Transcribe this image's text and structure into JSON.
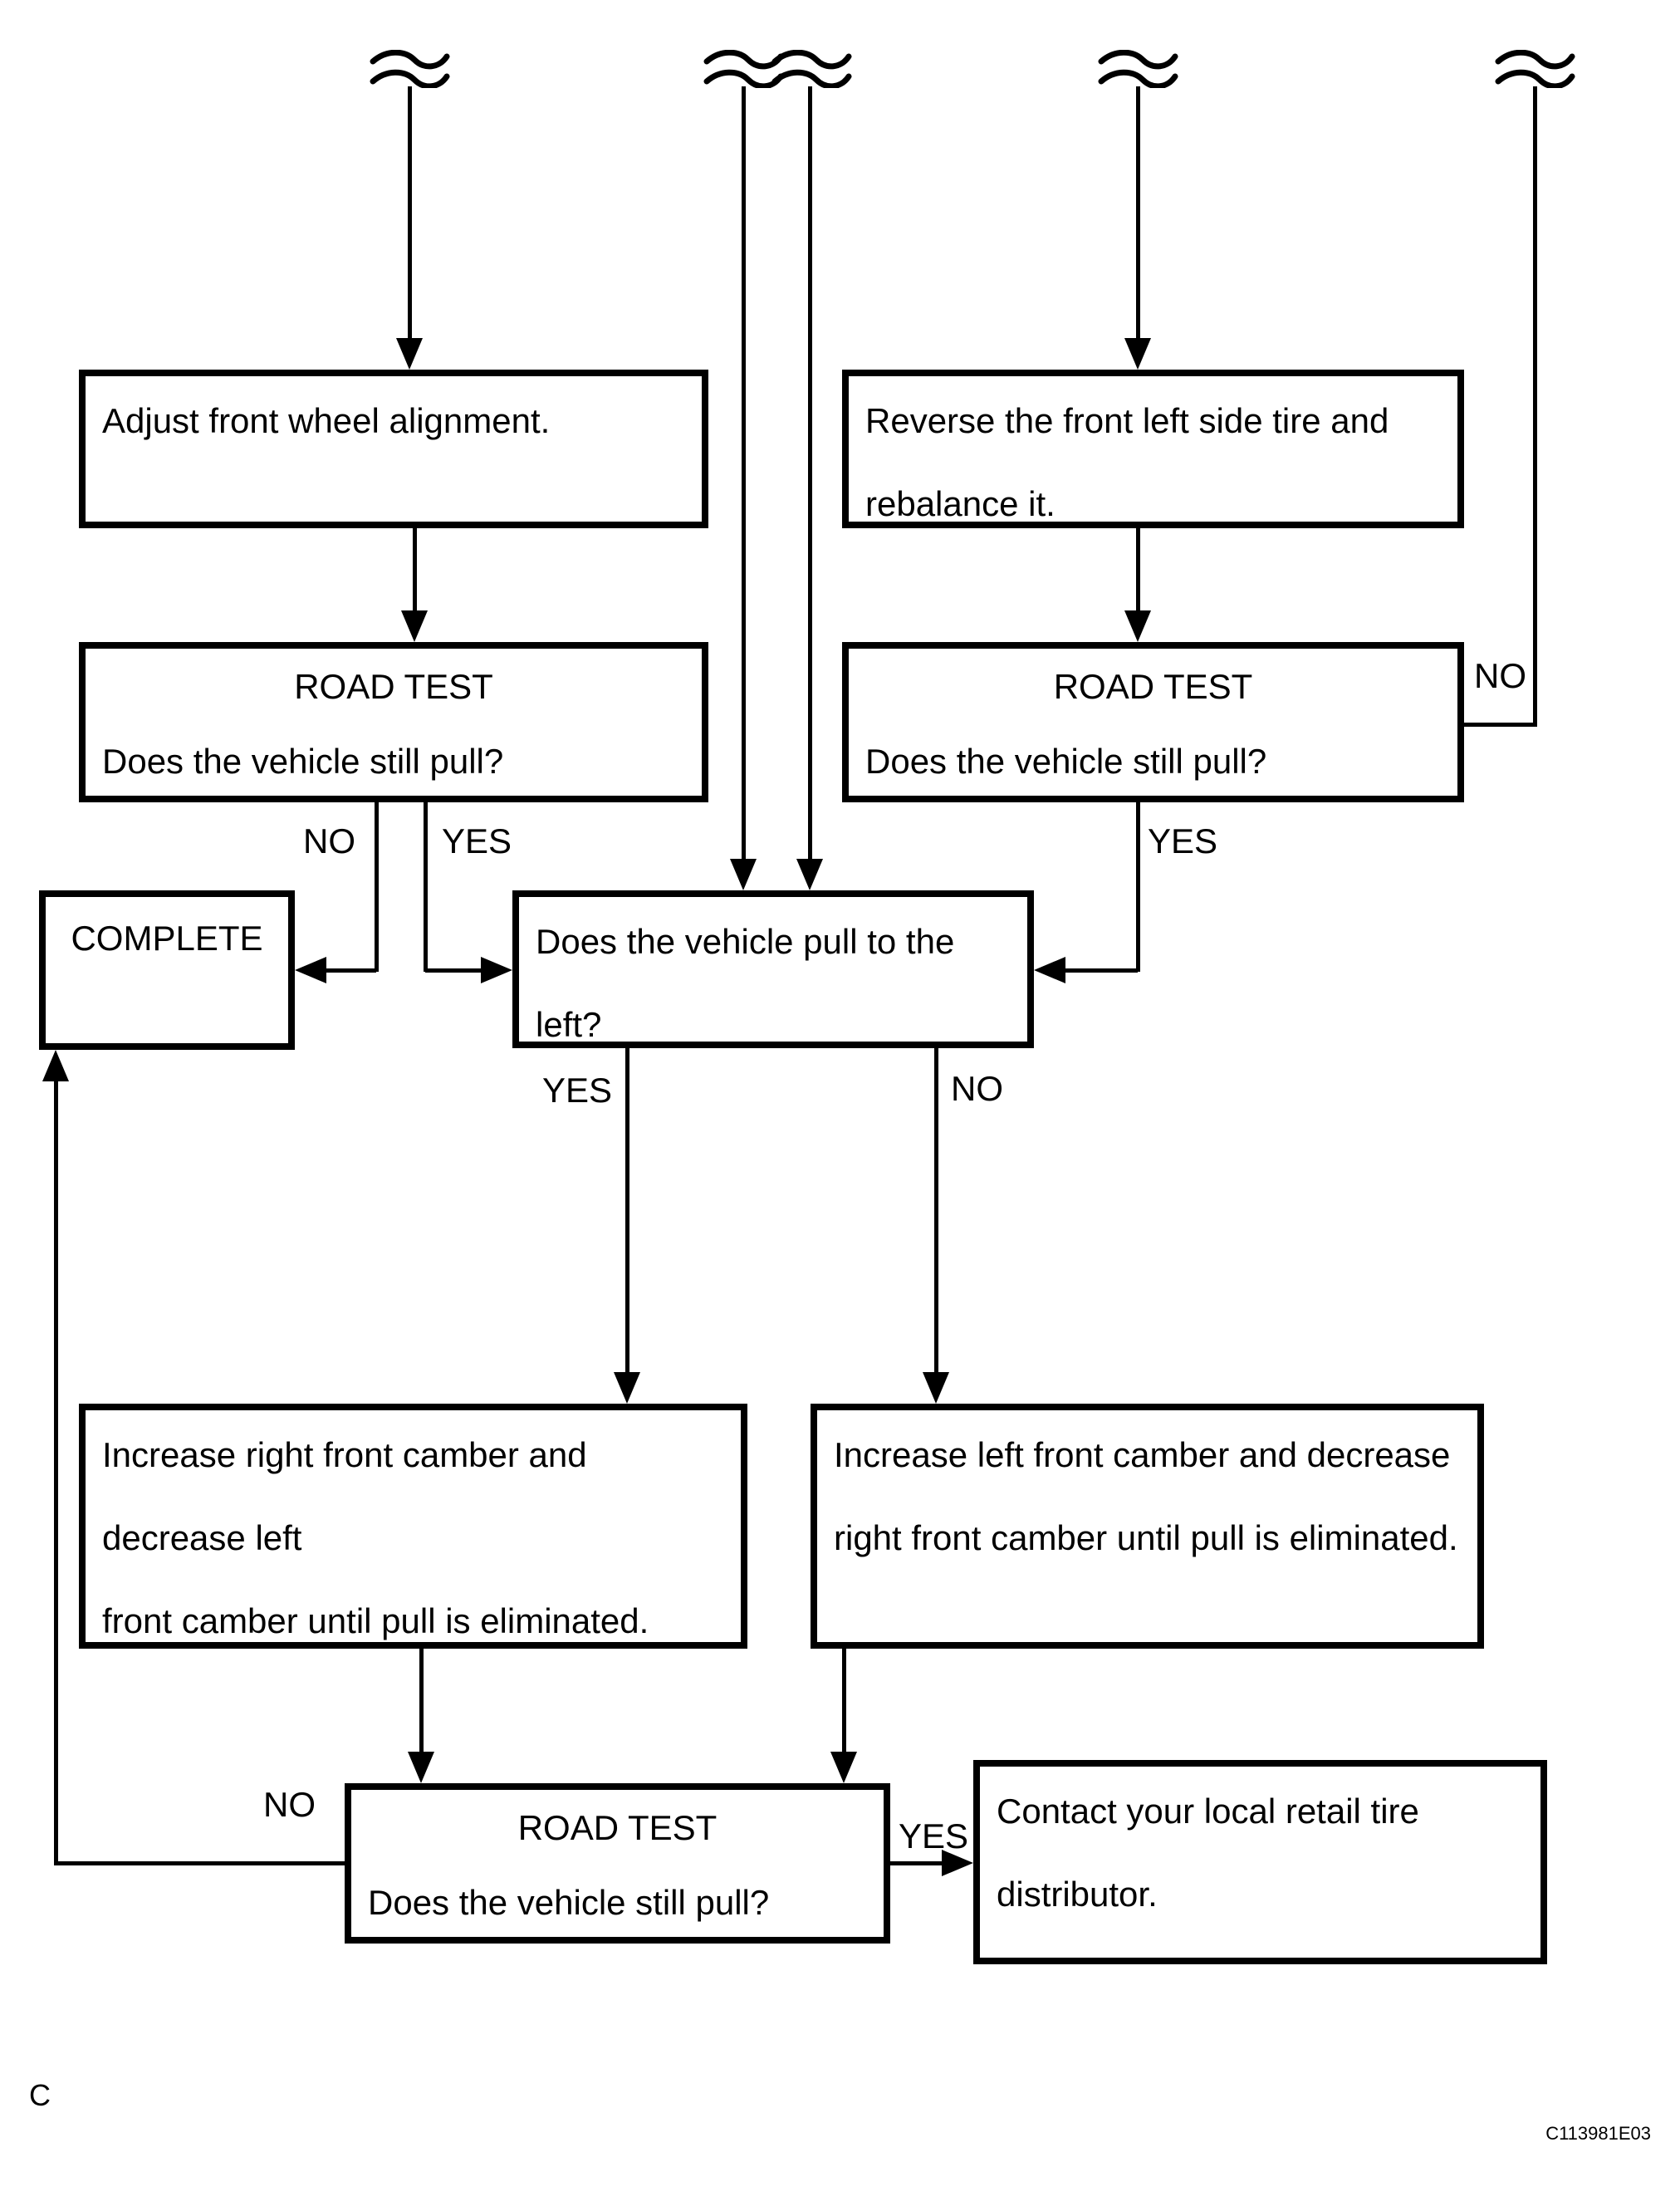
{
  "diagram": {
    "boxes": {
      "adjust_alignment": {
        "text": "Adjust front wheel alignment."
      },
      "reverse_tire": {
        "line1": "Reverse the front left side tire and",
        "line2": "rebalance it."
      },
      "road_test_left": {
        "title": "ROAD TEST",
        "question": "Does the vehicle still pull?"
      },
      "road_test_right": {
        "title": "ROAD TEST",
        "question": "Does the vehicle still pull?"
      },
      "complete": {
        "text": "COMPLETE"
      },
      "pull_left": {
        "text": "Does the vehicle pull to the left?"
      },
      "camber_left": {
        "line1": "Increase right front camber and decrease left",
        "line2": "front camber until pull is eliminated."
      },
      "camber_right": {
        "line1": "Increase left front camber and decrease",
        "line2": "right front camber until pull is eliminated."
      },
      "road_test_bottom": {
        "title": "ROAD TEST",
        "question": "Does the vehicle still pull?"
      },
      "contact": {
        "text": "Contact your local retail tire distributor."
      }
    },
    "labels": {
      "rt_left_no": "NO",
      "rt_left_yes": "YES",
      "rt_right_no": "NO",
      "rt_right_yes": "YES",
      "pull_yes": "YES",
      "pull_no": "NO",
      "rt_bottom_no": "NO",
      "rt_bottom_yes": "YES"
    },
    "footer": {
      "page_letter": "C",
      "figure_code": "C113981E03"
    },
    "colors": {
      "line": "#000000",
      "background": "#ffffff"
    }
  }
}
